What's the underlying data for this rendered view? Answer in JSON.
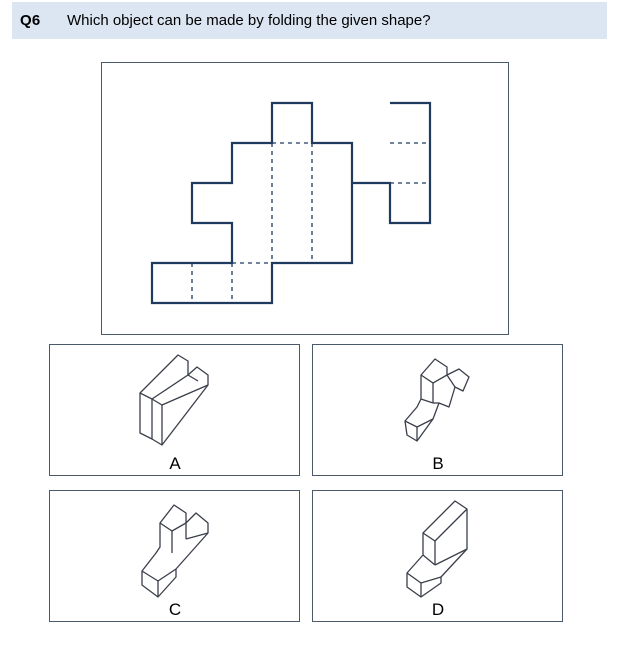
{
  "question": {
    "number": "Q6",
    "text": "Which object can be made by folding the given shape?"
  },
  "colors": {
    "header_background": "#dce6f2",
    "net_line": "#1f3a5f",
    "figure_line": "#3a3f4a",
    "panel_border": "#4b5a6b"
  },
  "options": {
    "a": {
      "label": "A"
    },
    "b": {
      "label": "B"
    },
    "c": {
      "label": "C"
    },
    "d": {
      "label": "D"
    }
  }
}
